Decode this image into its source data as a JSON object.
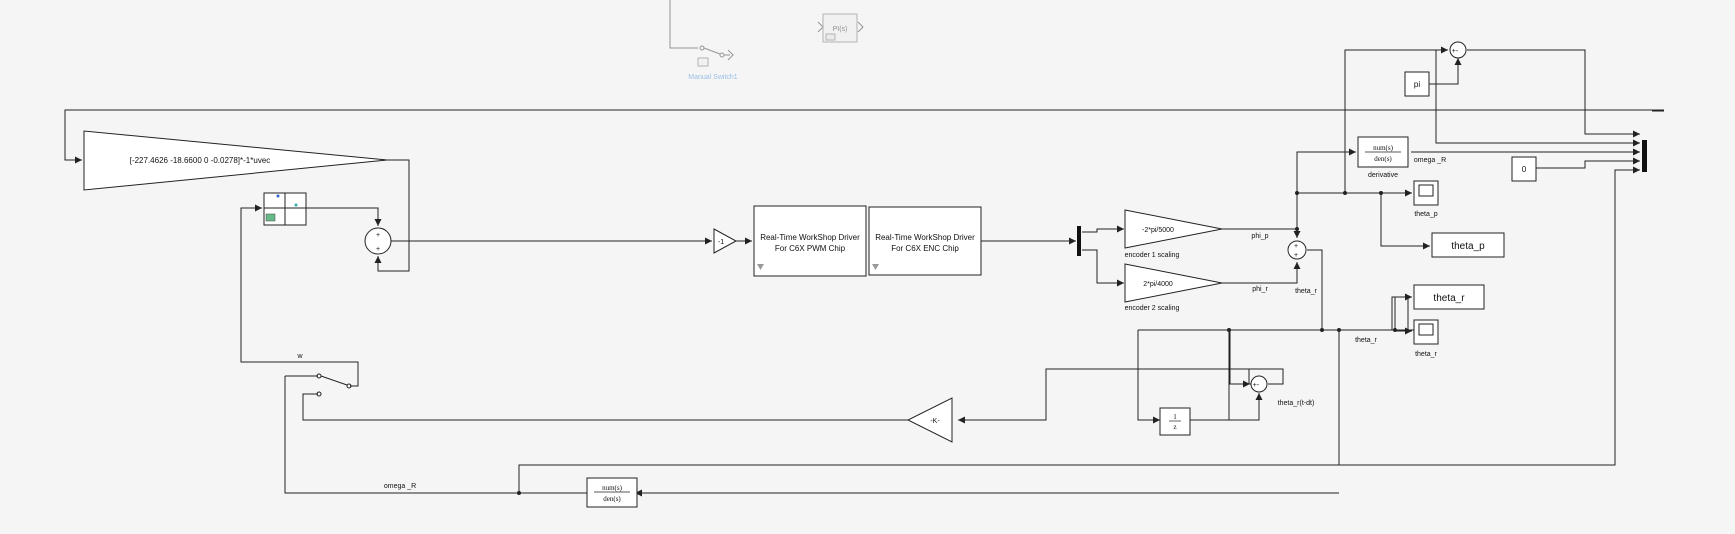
{
  "disabled": {
    "pi_block": "PI(s)",
    "manual_switch_label": "Manual Switch1"
  },
  "gain_state_feedback": "[-227.4626  -18.6600   0   -0.0278]*-1*uvec",
  "gain_neg1": "-1",
  "pwm_driver": {
    "line1": "Real-Time WorkShop Driver",
    "line2": "For C6X PWM Chip"
  },
  "enc_driver": {
    "line1": "Real-Time WorkShop Driver",
    "line2": "For C6X ENC Chip"
  },
  "encoder1": {
    "gain": "-2*pi/5000",
    "label": "encoder 1 scaling"
  },
  "encoder2": {
    "gain": "2*pi/4000",
    "label": "encoder 2 scaling"
  },
  "signals": {
    "phi_p": "phi_p",
    "phi_r": "phi_r",
    "theta_r_a": "theta_r",
    "theta_r_b": "theta_r",
    "omega_R_top": "omega _R",
    "omega_R_bottom": "omega _R",
    "w": "w",
    "theta_r_delay": "theta_r(t-dt)"
  },
  "derivative": {
    "num": "num(s)",
    "den": "den(s)",
    "label": "derivative"
  },
  "tf_bottom": {
    "num": "num(s)",
    "den": "den(s)"
  },
  "const_pi": "pi",
  "const_zero": "0",
  "scope_theta_p_label": "theta_p",
  "scope_theta_r_label": "theta_r",
  "goto_theta_p": "theta_p",
  "goto_theta_r": "theta_r",
  "gain_K": "-K-",
  "integrator": {
    "num": "1",
    "den": "z"
  },
  "sum_signs": {
    "top": "+-",
    "main_a": "+",
    "main_b": "+",
    "theta": "+",
    "theta_b": "+",
    "diff": "+-"
  }
}
